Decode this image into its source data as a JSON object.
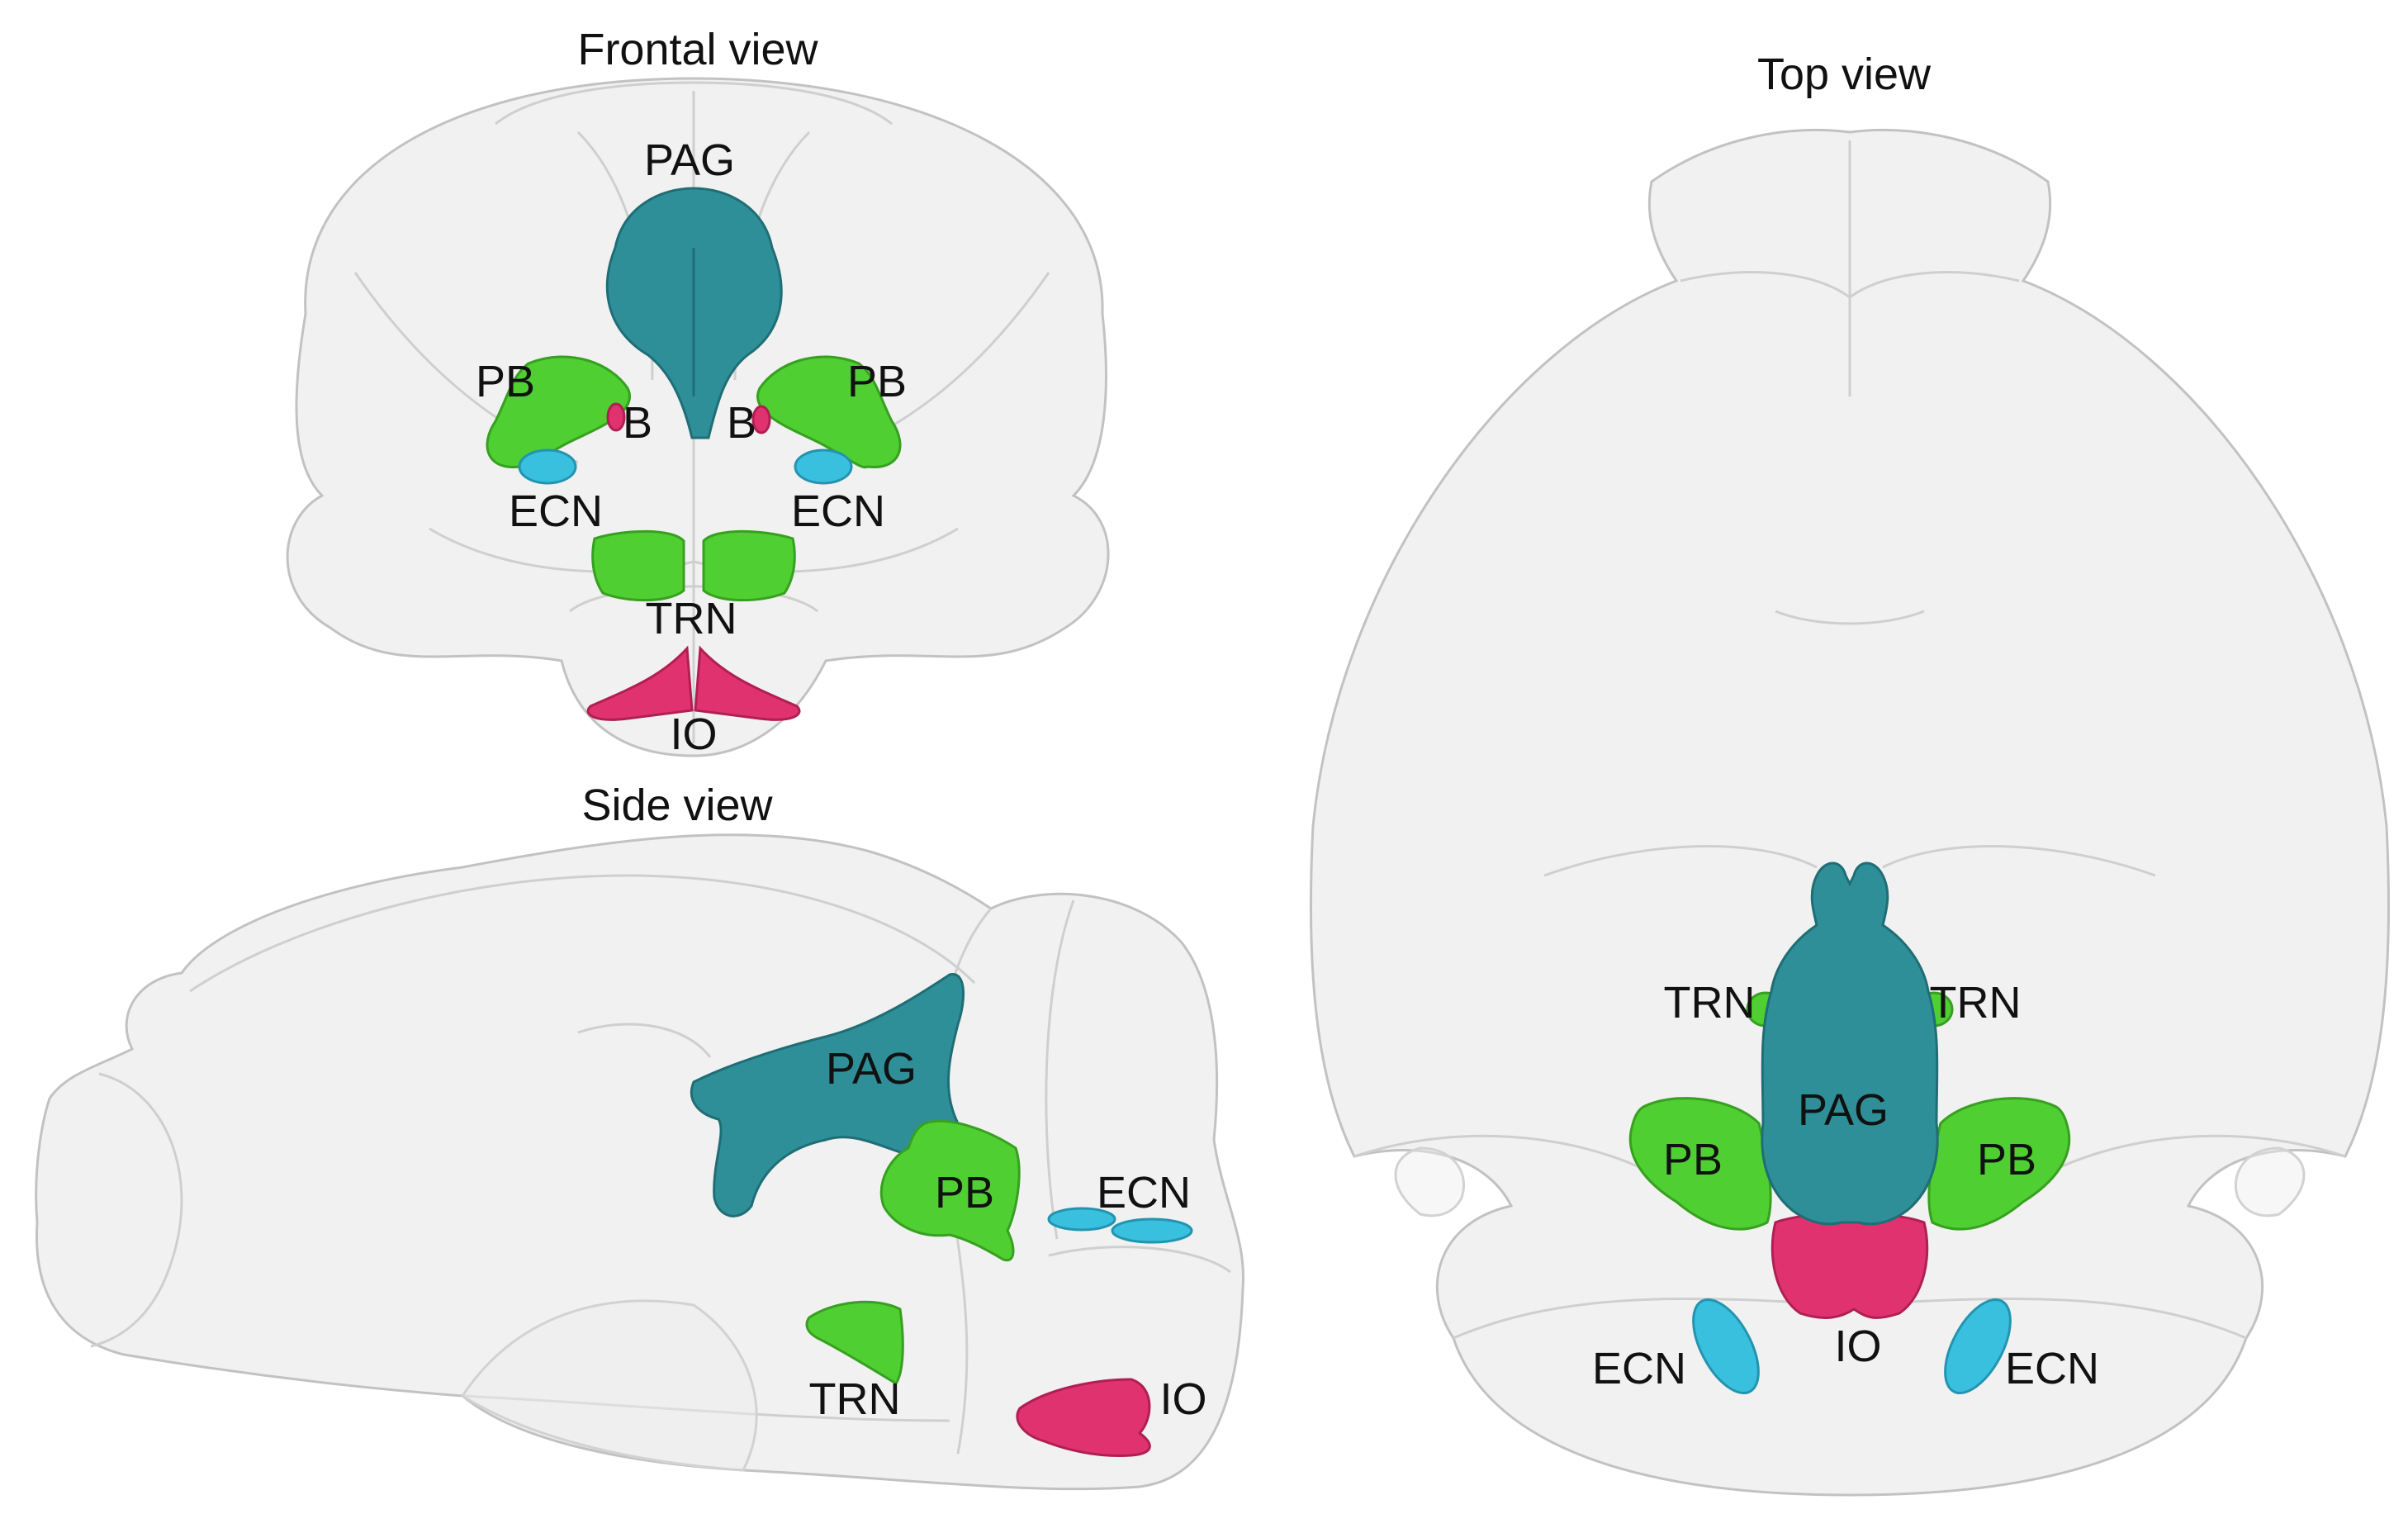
{
  "titles": {
    "frontal": "Frontal view",
    "side": "Side view",
    "top": "Top view"
  },
  "colors": {
    "PAG": "#2f8f98",
    "PB": "#4fcf32",
    "TRN": "#4fcf32",
    "ECN": "#39c0de",
    "IO": "#e0326f",
    "B": "#e0326f",
    "brain": "#e6e6e6"
  },
  "labels": {
    "frontal": {
      "pag": "PAG",
      "pb_left": "PB",
      "pb_right": "PB",
      "b_left": "B",
      "b_right": "B",
      "ecn_left": "ECN",
      "ecn_right": "ECN",
      "trn": "TRN",
      "io": "IO"
    },
    "side": {
      "pag": "PAG",
      "pb": "PB",
      "ecn": "ECN",
      "trn": "TRN",
      "io": "IO"
    },
    "top": {
      "trn_left": "TRN",
      "trn_right": "TRN",
      "pag": "PAG",
      "pb_left": "PB",
      "pb_right": "PB",
      "io": "IO",
      "ecn_left": "ECN",
      "ecn_right": "ECN"
    }
  }
}
